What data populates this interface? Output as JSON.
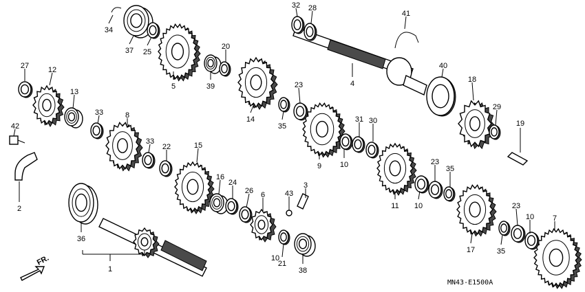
{
  "diagram": {
    "labels": [
      "1",
      "2",
      "3",
      "4",
      "5",
      "6",
      "7",
      "8",
      "9",
      "10",
      "10",
      "10",
      "10",
      "11",
      "12",
      "13",
      "14",
      "15",
      "16",
      "17",
      "18",
      "19",
      "20",
      "21",
      "22",
      "23",
      "23",
      "23",
      "24",
      "25",
      "26",
      "27",
      "28",
      "29",
      "30",
      "31",
      "32",
      "33",
      "33",
      "34",
      "35",
      "35",
      "35",
      "36",
      "37",
      "38",
      "39",
      "40",
      "41",
      "42",
      "43"
    ],
    "code": "MN43-E1500A",
    "direction_label": "FR."
  }
}
